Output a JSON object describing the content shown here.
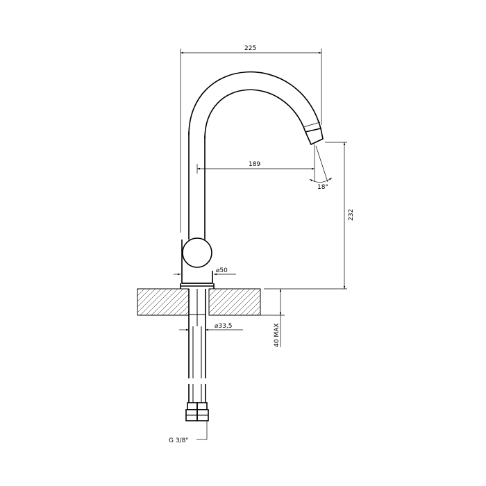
{
  "dimensions": {
    "width_total": "225",
    "reach": "189",
    "height": "232",
    "spout_angle": "18°",
    "body_diameter": "⌀50",
    "shank_diameter": "⌀33,5",
    "max_deck_thickness": "40 MAX",
    "connection_thread": "G 3/8\""
  }
}
